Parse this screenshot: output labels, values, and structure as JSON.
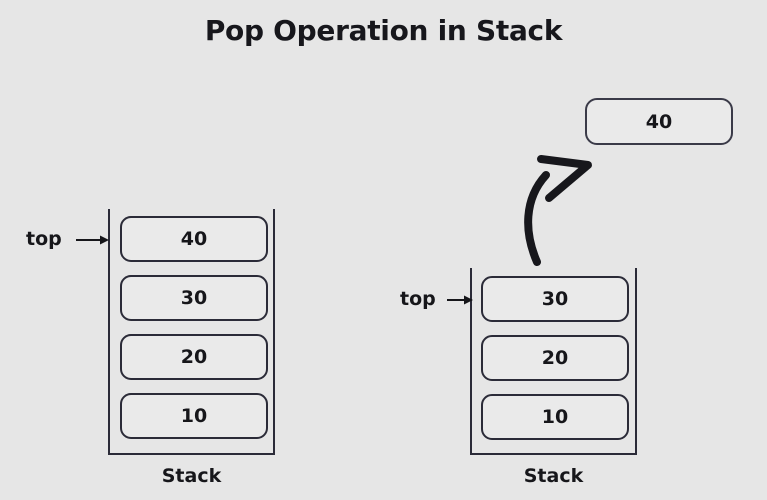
{
  "title": "Pop Operation in Stack",
  "colors": {
    "background": "#e6e6e6",
    "cell_fill": "#eaeaea",
    "border": "#2b2b38",
    "text": "#16161a",
    "arrow": "#17171c"
  },
  "before": {
    "label": "top",
    "caption": "Stack",
    "cells": [
      "40",
      "30",
      "20",
      "10"
    ]
  },
  "after": {
    "label": "top",
    "caption": "Stack",
    "cells": [
      "30",
      "20",
      "10"
    ]
  },
  "popped": {
    "value": "40"
  },
  "arrows": {
    "pop_curve": "curved-arrow-up-right",
    "top_pointer": "arrow-right"
  }
}
